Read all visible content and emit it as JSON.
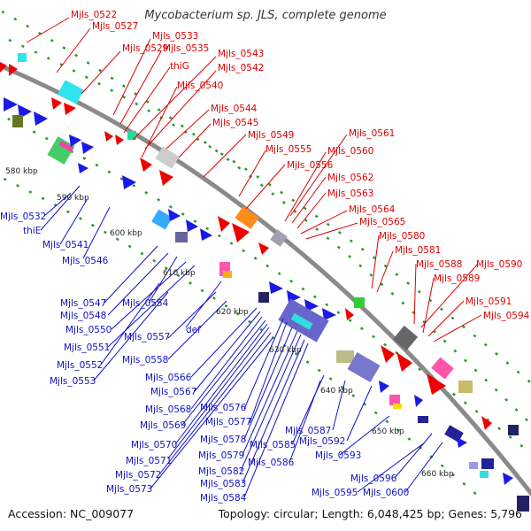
{
  "title": "Mycobacterium sp. JLS, complete genome",
  "footer": {
    "accession": "Accession: NC_009077",
    "topology": "Topology: circular; Length: 6,048,425 bp; Genes: 5,796"
  },
  "kbp_ticks": [
    "580 kbp",
    "590 kbp",
    "600 kbp",
    "610 kbp",
    "620 kbp",
    "630 kbp",
    "640 kbp",
    "650 kbp",
    "660 kbp"
  ],
  "forward_labels": [
    "Mjls_0522",
    "Mjls_0527",
    "Mjls_0529",
    "Mjls_0533",
    "Mjls_0535",
    "thiG",
    "Mjls_0543",
    "Mjls_0542",
    "Mjls_0540",
    "Mjls_0544",
    "Mjls_0545",
    "Mjls_0549",
    "Mjls_0555",
    "Mjls_0556",
    "Mjls_0561",
    "Mjls_0560",
    "Mjls_0562",
    "Mjls_0563",
    "Mjls_0564",
    "Mjls_0565",
    "Mjls_0580",
    "Mjls_0581",
    "Mjls_0588",
    "Mjls_0590",
    "Mjls_0589",
    "Mjls_0591",
    "Mjls_0594"
  ],
  "reverse_labels": [
    "Mjls_0532",
    "thiE",
    "Mjls_0541",
    "Mjls_0546",
    "Mjls_0547",
    "Mjls_0548",
    "Mjls_0554",
    "Mjls_0550",
    "Mjls_0551",
    "Mjls_0557",
    "def",
    "Mjls_0552",
    "Mjls_0558",
    "Mjls_0553",
    "Mjls_0566",
    "Mjls_0567",
    "Mjls_0568",
    "Mjls_0576",
    "Mjls_0577",
    "Mjls_0569",
    "Mjls_0578",
    "Mjls_0570",
    "Mjls_0579",
    "Mjls_0585",
    "Mjls_0587",
    "Mjls_0592",
    "Mjls_0571",
    "Mjls_0586",
    "Mjls_0593",
    "Mjls_0572",
    "Mjls_0582",
    "Mjls_0583",
    "Mjls_0573",
    "Mjls_0584",
    "Mjls_0596",
    "Mjls_0595",
    "Mjls_0600"
  ],
  "colors": {
    "forward": "#e00000",
    "reverse": "#1010c8",
    "backbone": "#8a8a8a",
    "dots": "#2a9a2a"
  }
}
